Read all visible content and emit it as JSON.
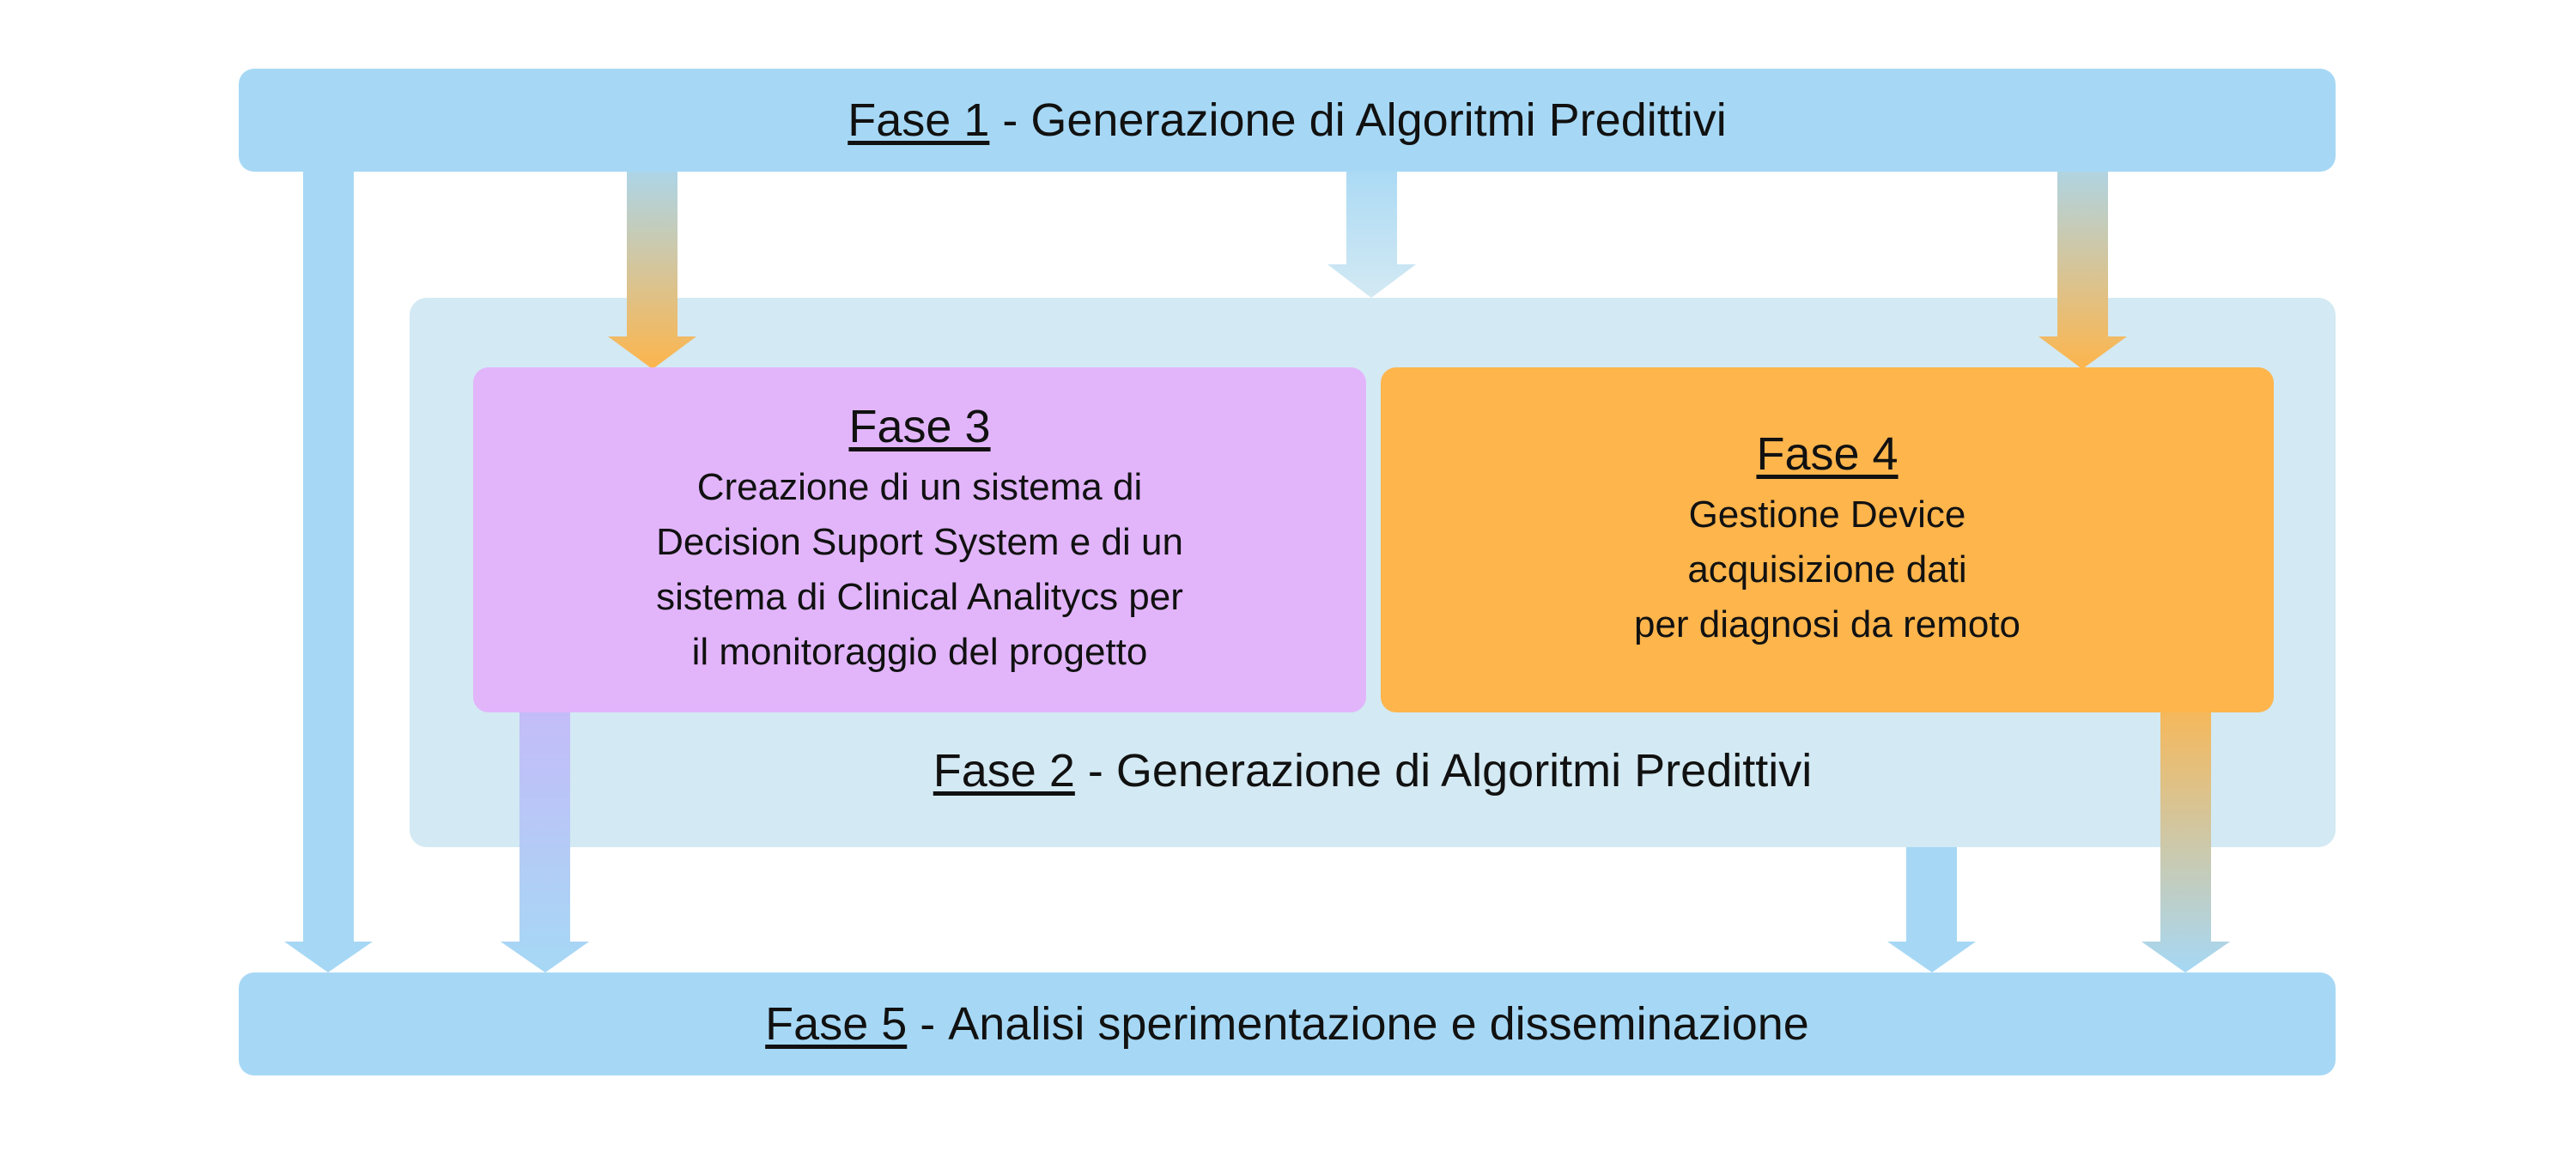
{
  "colors": {
    "blue_bar": "#a6d8f5",
    "container_bg": "#d3e9f3",
    "phase3_bg": "#e2b5fb",
    "phase4_bg": "#fdb54c",
    "arrow_blue": "#a6d8f5",
    "arrow_orange": "#fdb54c",
    "arrow_violet": "#c0bdf8"
  },
  "phase1": {
    "tag": "Fase 1",
    "separator": " - ",
    "title": "Generazione di Algoritmi Predittivi"
  },
  "phase2": {
    "tag": "Fase 2",
    "separator": " - ",
    "title": "Generazione di Algoritmi Predittivi"
  },
  "phase3": {
    "tag": "Fase 3",
    "lines": [
      "Creazione di un sistema di",
      "Decision Suport System e di un",
      "sistema di Clinical Analitycs per",
      "il monitoraggio del progetto"
    ]
  },
  "phase4": {
    "tag": "Fase 4",
    "lines": [
      "Gestione Device",
      "acquisizione dati",
      "per diagnosi da remoto"
    ]
  },
  "phase5": {
    "tag": "Fase 5",
    "separator": " - ",
    "title": "Analisi sperimentazione e disseminazione"
  }
}
